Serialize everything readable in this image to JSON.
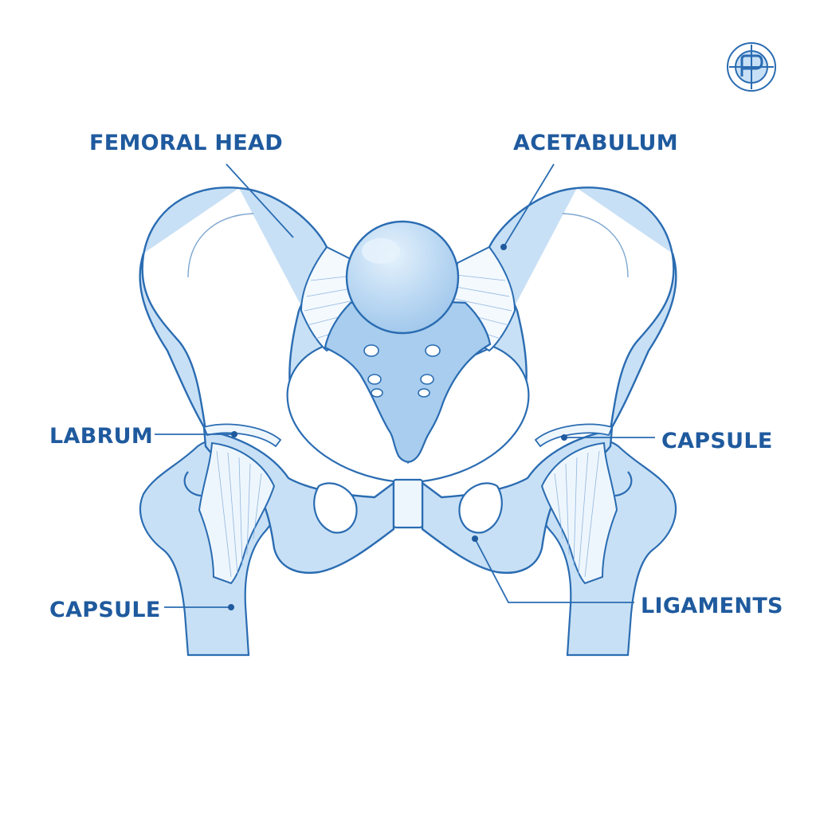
{
  "colors": {
    "label": "#1f5a9e",
    "outline": "#2a6cb2",
    "bone_fill": "#c8e0f5",
    "bone_shade": "#a9cdee",
    "ligament_fill": "#eef6fd",
    "background": "#ffffff"
  },
  "icon": "anatomy-logo-icon",
  "labels": {
    "femoral_head": "FEMORAL HEAD",
    "acetabulum": "ACETABULUM",
    "labrum": "LABRUM",
    "capsule_right": "CAPSULE",
    "capsule_left": "CAPSULE",
    "ligaments": "LIGAMENTS"
  }
}
